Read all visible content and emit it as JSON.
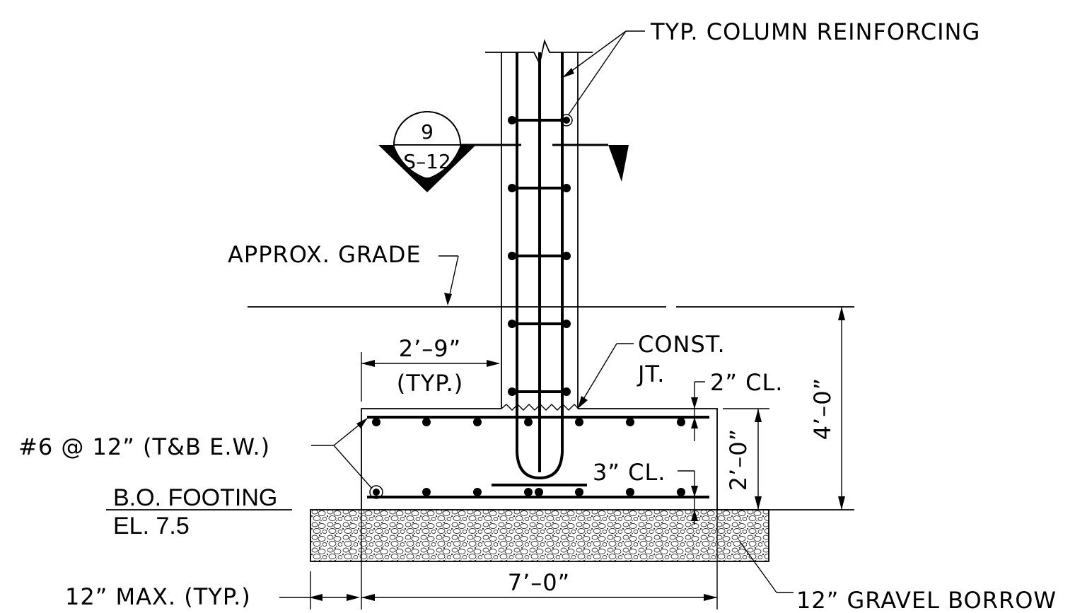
{
  "labels": {
    "column_reinforcing": "TYP. COLUMN REINFORCING",
    "approx_grade": "APPROX. GRADE",
    "dim_2_9": "2’–9”",
    "typ_paren": "(TYP.)",
    "const_jt_line1": "CONST.",
    "const_jt_line2": "JT.",
    "two_in_cl": "2”  CL.",
    "three_in_cl": "3”  CL.",
    "bottom_bars": "#6 @ 12” (T&B E.W.)",
    "bo_footing": "B.O. FOOTING",
    "elevation": "EL. 7.5",
    "dim_4_0": "4’–0”",
    "dim_2_0": "2’–0”",
    "dim_7_0": "7’–0”",
    "max_typ": "12”  MAX. (TYP.)",
    "gravel": "12”  GRAVEL  BORROW"
  },
  "section_tag": {
    "number": "9",
    "sheet": "S–12"
  }
}
